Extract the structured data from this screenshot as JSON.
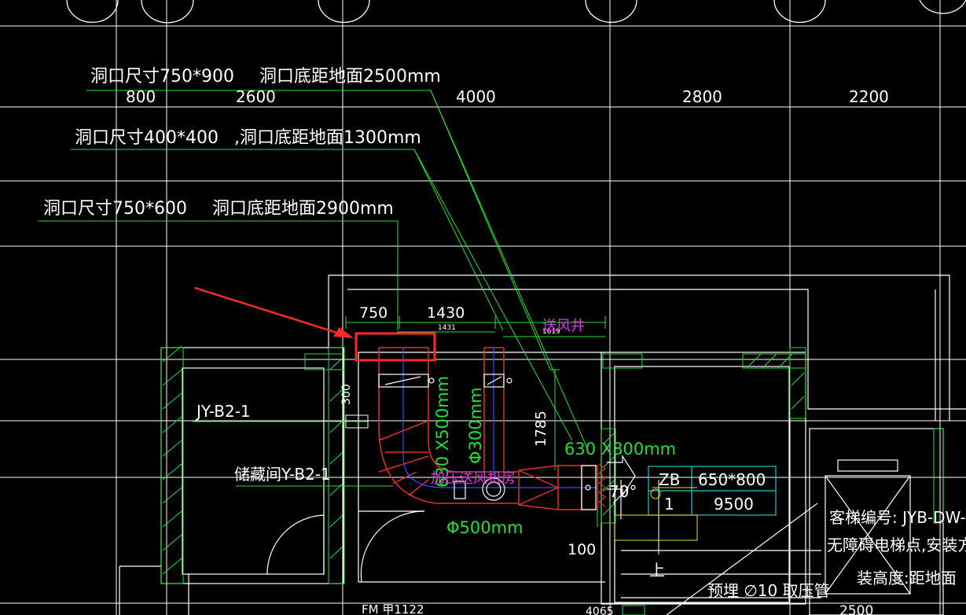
{
  "annotations": {
    "hole1": {
      "size": "洞口尺寸750*900",
      "height": "洞口底距地面2500mm"
    },
    "hole2": {
      "size": "洞口尺寸400*400",
      "height": ",洞口底距地面1300mm"
    },
    "hole3": {
      "size": "洞口尺寸750*600",
      "height": "洞口底距地面2900mm"
    }
  },
  "axis_dims": [
    "800",
    "2600",
    "4000",
    "2800",
    "2200"
  ],
  "dims": {
    "d750": "750",
    "d1430": "1430",
    "d1431": "1431",
    "d1619": "1619",
    "d1785": "1785",
    "d100": "100",
    "d300": "300",
    "d70": "70°"
  },
  "labels": {
    "supply_shaft": "送风井",
    "jy": "JY-B2-1",
    "storage": "储藏间Y-B2-1",
    "duct_rect": "630 X500mm",
    "duct_phi300": "Φ300mm",
    "duct_630x800": "630 X800mm",
    "duct_phi500": "Φ500mm",
    "pressurized": "加压送风机房",
    "up": "上",
    "embed": "预埋 ∅10 取压管",
    "fm": "FM 甲1122",
    "elev_info1": "客梯编号: JYB-DW-",
    "elev_info2": "无障碍电梯点,安装方",
    "elev_info3": "装高度:距地面",
    "bottom_dim": "2500",
    "bottom_dim2": "4065"
  },
  "table": {
    "r1c1": "ZB",
    "r1c2": "650*800",
    "r2c1": "1",
    "r2c2": "9500"
  },
  "colors": {
    "background": "#000000",
    "lines": "#ffffff",
    "leaders": "#22e03a",
    "duct": "#e0302a",
    "accent": "#d43ad8",
    "table": "#1fc8c8",
    "highlight": "#ff2a2a"
  }
}
